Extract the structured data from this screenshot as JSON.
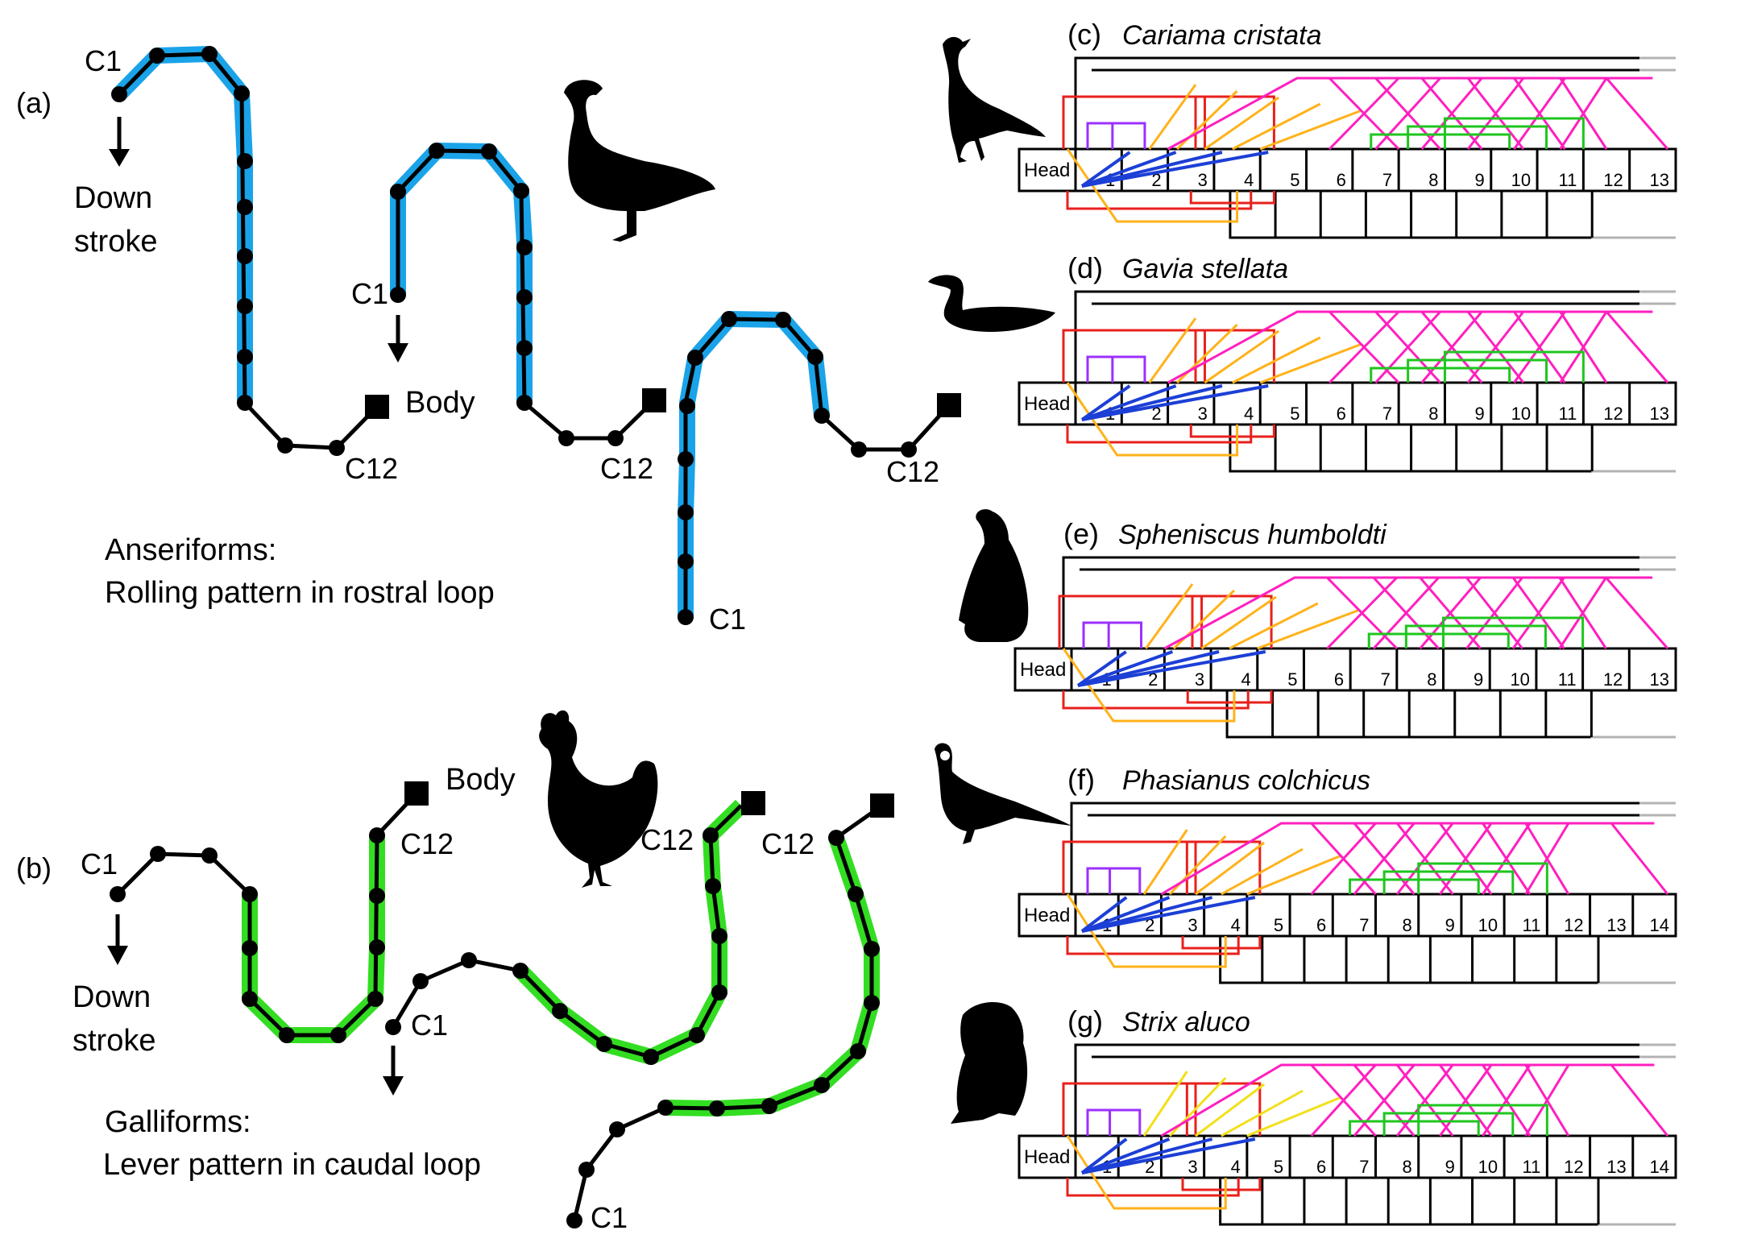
{
  "colors": {
    "rostral_highlight": "#1aa3e8",
    "caudal_highlight": "#33dd22",
    "red": "#e8201c",
    "purple": "#9b30ff",
    "orange": "#ffb21a",
    "yellow": "#f2e01a",
    "magenta": "#ff1fbf",
    "green": "#1ec61e",
    "blue": "#1c3fd6",
    "gray": "#b3b3b3"
  },
  "panel_a": {
    "tag": "(a)",
    "c1": "C1",
    "c12": "C12",
    "down_1": "Down",
    "down_2": "stroke",
    "body": "Body",
    "caption_1": "Anseriforms:",
    "caption_2": "Rolling pattern in rostral loop",
    "silhouette": "goose-silhouette"
  },
  "panel_b": {
    "tag": "(b)",
    "c1": "C1",
    "c12": "C12",
    "down_1": "Down",
    "down_2": "stroke",
    "body": "Body",
    "caption_1": "Galliforms:",
    "caption_2": "Lever pattern in caudal loop",
    "silhouette": "chicken-silhouette"
  },
  "species_panels": [
    {
      "tag": "(c)",
      "name": "Cariama cristata",
      "vertebrae": [
        "1",
        "2",
        "3",
        "4",
        "5",
        "6",
        "7",
        "8",
        "9",
        "10",
        "11",
        "12",
        "13"
      ],
      "silhouette": "seriema-silhouette"
    },
    {
      "tag": "(d)",
      "name": "Gavia stellata",
      "vertebrae": [
        "1",
        "2",
        "3",
        "4",
        "5",
        "6",
        "7",
        "8",
        "9",
        "10",
        "11",
        "12",
        "13"
      ],
      "silhouette": "loon-silhouette"
    },
    {
      "tag": "(e)",
      "name": "Spheniscus humboldti",
      "vertebrae": [
        "1",
        "2",
        "3",
        "4",
        "5",
        "6",
        "7",
        "8",
        "9",
        "10",
        "11",
        "12",
        "13"
      ],
      "silhouette": "penguin-silhouette"
    },
    {
      "tag": "(f)",
      "name": "Phasianus colchicus",
      "vertebrae": [
        "1",
        "2",
        "3",
        "4",
        "5",
        "6",
        "7",
        "8",
        "9",
        "10",
        "11",
        "12",
        "13",
        "14"
      ],
      "silhouette": "pheasant-silhouette"
    },
    {
      "tag": "(g)",
      "name": "Strix aluco",
      "vertebrae": [
        "1",
        "2",
        "3",
        "4",
        "5",
        "6",
        "7",
        "8",
        "9",
        "10",
        "11",
        "12",
        "13",
        "14"
      ],
      "silhouette": "owl-silhouette"
    }
  ],
  "head_label": "Head"
}
